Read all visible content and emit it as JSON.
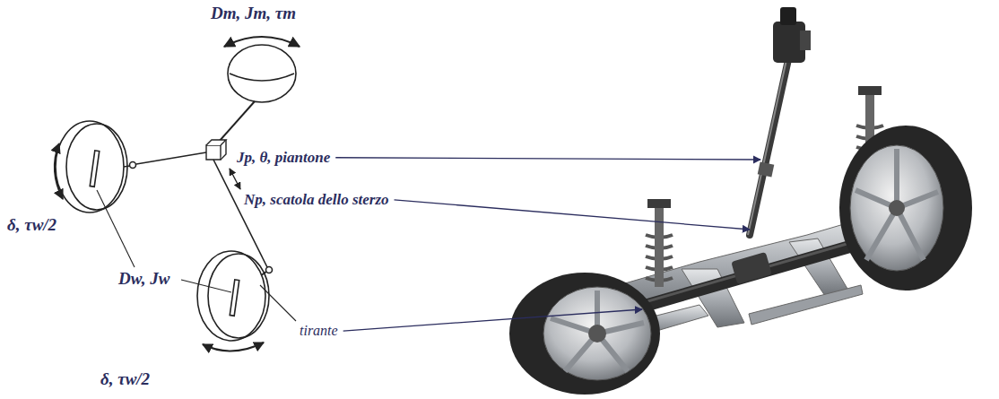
{
  "diagram": {
    "labels": [
      "Dm, Jm, τm",
      "Jp, θ, piantone",
      "Np, scatola dello sterzo",
      "δ, τw/2",
      "Dw, Jw",
      "tirante",
      "δ, τw/2"
    ]
  }
}
